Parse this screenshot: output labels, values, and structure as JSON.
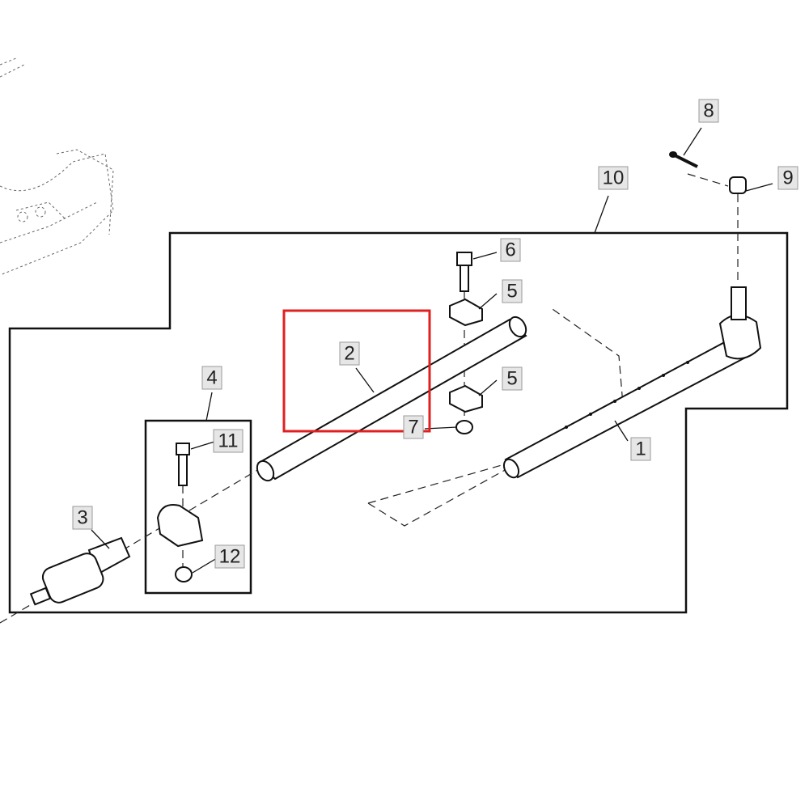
{
  "diagram": {
    "labels": {
      "l1": "1",
      "l2": "2",
      "l3": "3",
      "l4": "4",
      "l5a": "5",
      "l5b": "5",
      "l6": "6",
      "l7": "7",
      "l8": "8",
      "l9": "9",
      "l10": "10",
      "l11": "11",
      "l12": "12"
    },
    "highlight_color": "#e02020",
    "highlighted_part": "2"
  }
}
